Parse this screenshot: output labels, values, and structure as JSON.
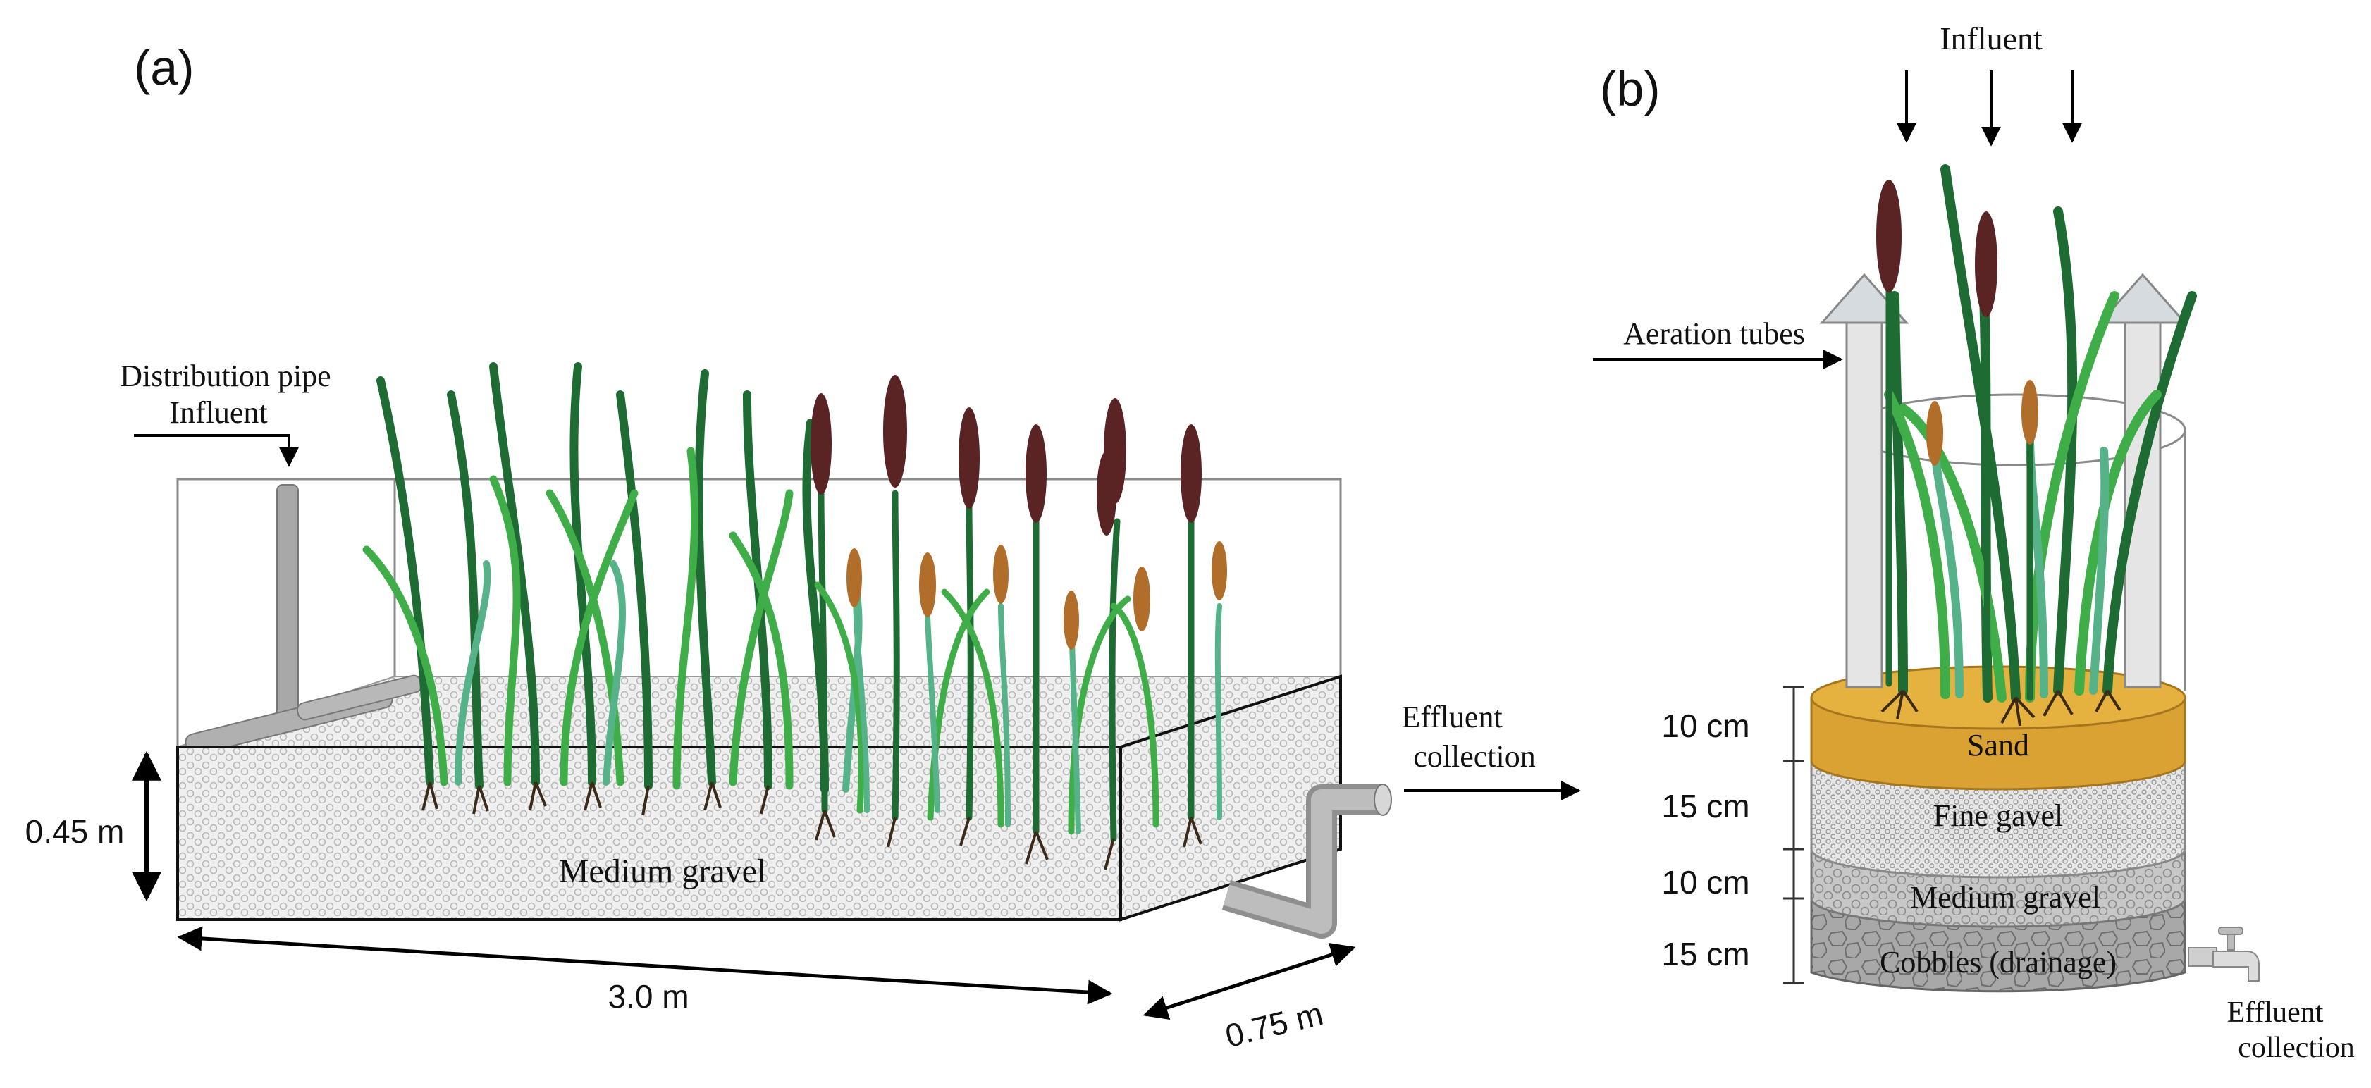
{
  "panel_a": {
    "label": "(a)",
    "distribution_pipe_label": "Distribution pipe",
    "influent_label": "Influent",
    "effluent_label_line1": "Effluent",
    "effluent_label_line2": "collection",
    "media_label": "Medium gravel",
    "height_label": "0.45 m",
    "length_label": "3.0 m",
    "width_label": "0.75 m"
  },
  "panel_b": {
    "label": "(b)",
    "influent_label": "Influent",
    "aeration_label": "Aeration tubes",
    "effluent_label_line1": "Effluent",
    "effluent_label_line2": "collection",
    "layers": [
      {
        "name": "Sand",
        "thickness": "10 cm"
      },
      {
        "name": "Fine gavel",
        "thickness": "15 cm"
      },
      {
        "name": "Medium gravel",
        "thickness": "10 cm"
      },
      {
        "name": "Cobbles (drainage)",
        "thickness": "15 cm"
      }
    ]
  },
  "colors": {
    "sand": "#d9a233",
    "gravel_gray": "#d3d3d3",
    "cobble_gray": "#a9a9a9",
    "leaf_dark": "#1e6b34",
    "leaf_light": "#3fae49",
    "cattail_brown": "#5a2424",
    "cattail_tan": "#b06e2a"
  }
}
